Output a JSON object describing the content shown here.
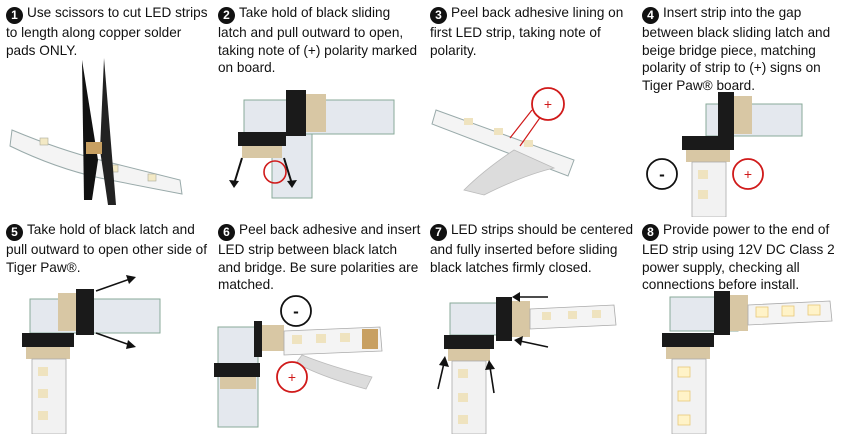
{
  "steps": [
    {
      "number": "1",
      "text": "Use scissors to cut LED strips to length along copper solder pads ONLY."
    },
    {
      "number": "2",
      "text": "Take hold of black sliding latch and pull outward to open, taking note of (+) polarity marked on board."
    },
    {
      "number": "3",
      "text": "Peel back adhesive lining on first LED strip, taking note of polarity."
    },
    {
      "number": "4",
      "text": "Insert strip into the gap between black sliding latch and beige bridge piece, matching polarity of strip to (+) signs on Tiger Paw® board."
    },
    {
      "number": "5",
      "text": "Take hold of black latch and pull outward to open other side of Tiger Paw®."
    },
    {
      "number": "6",
      "text": "Peel back adhesive and insert LED strip between black latch and bridge. Be sure polarities are matched."
    },
    {
      "number": "7",
      "text": "LED strips should be centered and fully inserted before sliding black latches firmly closed."
    },
    {
      "number": "8",
      "text": "Provide power to the end of LED strip using 12V DC Class 2 power supply, checking all connections before install."
    }
  ],
  "markers": {
    "plus": "+",
    "minus": "-"
  },
  "colors": {
    "board": "#e4e8ee",
    "latch": "#1a1a1a",
    "bridge": "#d8c7a4",
    "strip": "#f2f2f2",
    "led": "#efe3bf",
    "circle": "#d01a1a"
  }
}
